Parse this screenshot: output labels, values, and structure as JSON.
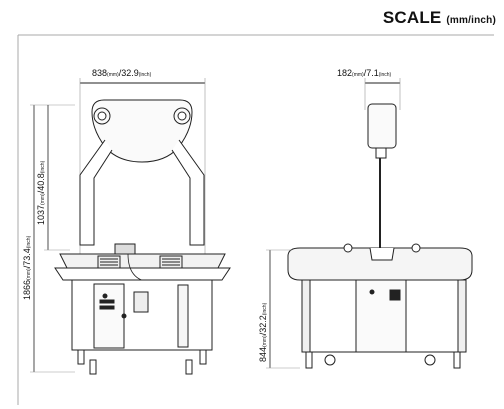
{
  "header": {
    "title": "SCALE",
    "unit": "(mm/inch)"
  },
  "dimensions": {
    "front_width": {
      "value": "838",
      "unit1": "(mm)",
      "value2": "/32.9",
      "unit2": "(inch)"
    },
    "side_width": {
      "value": "182",
      "unit1": "(mm)",
      "value2": "/7.1",
      "unit2": "(inch)"
    },
    "total_height": {
      "value": "1866",
      "unit1": "(mm)",
      "value2": "/73.4",
      "unit2": "(inch)"
    },
    "upper_height": {
      "value": "1037",
      "unit1": "(mm)",
      "value2": "/40.8",
      "unit2": "(inch)"
    },
    "base_height": {
      "value": "844",
      "unit1": "(mm)",
      "value2": "/32.2",
      "unit2": "(inch)"
    }
  }
}
